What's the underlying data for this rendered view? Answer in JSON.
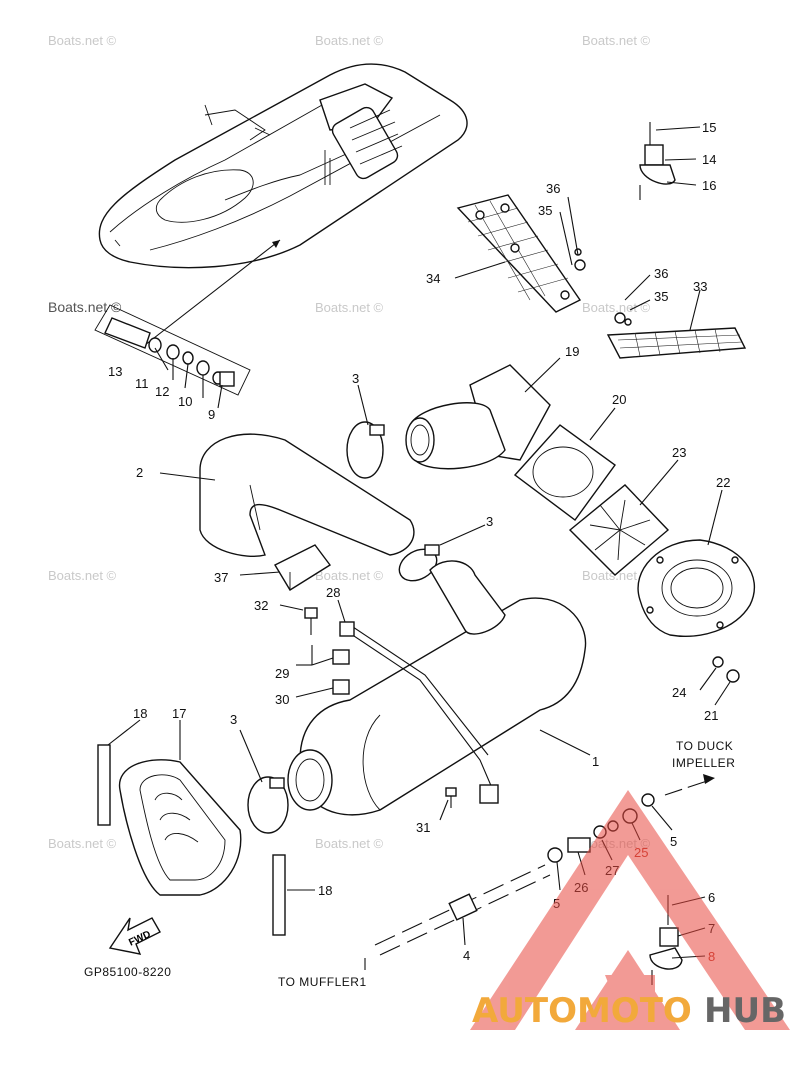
{
  "watermarks": [
    "Boats.net ©",
    "Boats.net ©",
    "Boats.net ©",
    "Boats.net ©",
    "Boats.net ©",
    "Boats.net ©",
    "Boats.net ©",
    "Boats.net ©",
    "Boats.net ©",
    "Boats.net ©",
    "Boats.net ©",
    "Boats.net ©"
  ],
  "part_numbers": [
    "1",
    "2",
    "3",
    "3",
    "3",
    "4",
    "5",
    "5",
    "6",
    "7",
    "8",
    "9",
    "10",
    "11",
    "12",
    "13",
    "14",
    "15",
    "16",
    "17",
    "18",
    "18",
    "19",
    "20",
    "21",
    "22",
    "23",
    "24",
    "25",
    "26",
    "27",
    "28",
    "29",
    "30",
    "31",
    "32",
    "33",
    "34",
    "35",
    "35",
    "36",
    "36",
    "37"
  ],
  "callouts": {
    "to_duck_impeller": "TO DUCK\nIMPELLER",
    "to_duck_impeller_l1": "TO DUCK",
    "to_duck_impeller_l2": "IMPELLER",
    "to_muffler": "TO MUFFLER1",
    "fwd": "FWD"
  },
  "drawing_code": "GP85100-8220",
  "brand_logo": {
    "word_part1": "AUTOMOTO",
    "word_part2": "HUB",
    "color_part1": "#f2a93b",
    "color_part2": "#666666",
    "emblem_color": "#e8483f"
  },
  "colors": {
    "line": "#111111",
    "watermark": "#c9c9c9",
    "emblem_numbers": "#c0392b"
  }
}
